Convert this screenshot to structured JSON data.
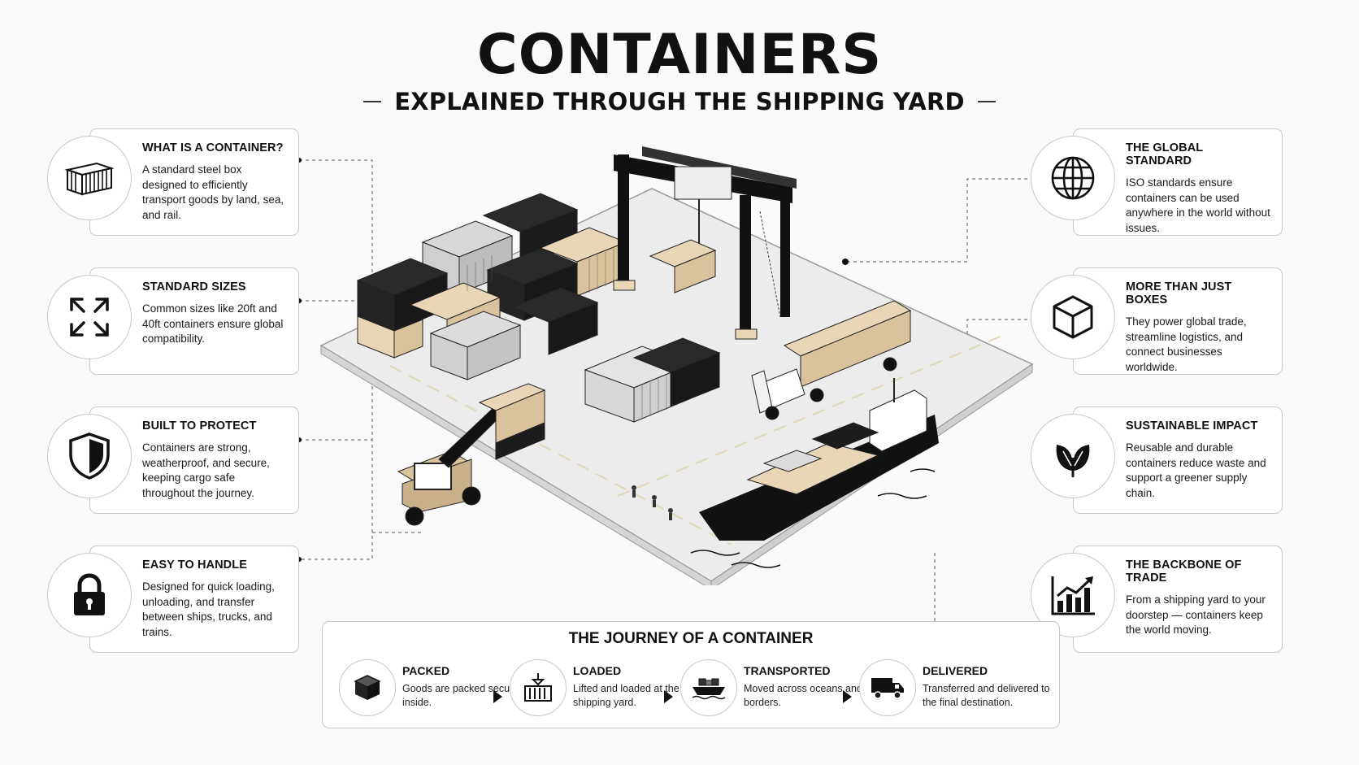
{
  "header": {
    "title": "CONTAINERS",
    "subtitle": "EXPLAINED THROUGH THE SHIPPING YARD"
  },
  "left_cards": [
    {
      "title": "WHAT IS A CONTAINER?",
      "text": "A standard steel box designed to efficiently transport goods by land, sea, and rail.",
      "icon": "container-icon"
    },
    {
      "title": "STANDARD SIZES",
      "text": "Common sizes like 20ft and 40ft containers ensure global compatibility.",
      "icon": "expand-arrows-icon"
    },
    {
      "title": "BUILT TO PROTECT",
      "text": "Containers are strong, weatherproof, and secure, keeping cargo safe throughout the journey.",
      "icon": "shield-icon"
    },
    {
      "title": "EASY TO HANDLE",
      "text": "Designed for quick loading, unloading, and transfer between ships, trucks, and trains.",
      "icon": "padlock-icon"
    }
  ],
  "right_cards": [
    {
      "title": "THE GLOBAL STANDARD",
      "text": "ISO standards ensure containers can be used anywhere in the world without issues.",
      "icon": "globe-icon"
    },
    {
      "title": "MORE THAN JUST BOXES",
      "text": "They power global trade, streamline logistics, and connect businesses worldwide.",
      "icon": "cube-icon"
    },
    {
      "title": "SUSTAINABLE IMPACT",
      "text": "Reusable and durable containers reduce waste and support a greener supply chain.",
      "icon": "leaf-icon"
    },
    {
      "title": "THE BACKBONE OF TRADE",
      "text": "From a shipping yard to your doorstep — containers keep the world moving.",
      "icon": "growth-chart-icon"
    }
  ],
  "journey": {
    "title": "THE JOURNEY OF A CONTAINER",
    "steps": [
      {
        "title": "PACKED",
        "text": "Goods are packed securely inside.",
        "icon": "box-icon"
      },
      {
        "title": "LOADED",
        "text": "Lifted and loaded at the shipping yard.",
        "icon": "crane-container-icon"
      },
      {
        "title": "TRANSPORTED",
        "text": "Moved across oceans and borders.",
        "icon": "ship-icon"
      },
      {
        "title": "DELIVERED",
        "text": "Transferred and delivered to the final destination.",
        "icon": "truck-icon"
      }
    ]
  },
  "colors": {
    "ink": "#111111",
    "card_border": "#c8c8c8",
    "container_tan": "#e3cfae",
    "container_grey": "#dcdcdc",
    "container_black": "#1c1c1c",
    "ground": "#ececec"
  }
}
